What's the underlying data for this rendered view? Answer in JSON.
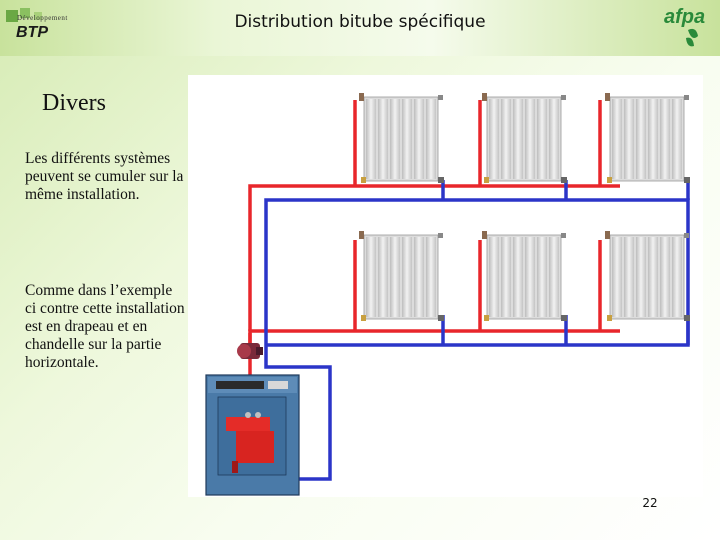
{
  "header": {
    "title": "Distribution bitube spécifique",
    "logo_left": {
      "top_text": "Développement",
      "main_text": "BTP"
    },
    "logo_right": {
      "text": "afpa"
    }
  },
  "content": {
    "section_title": "Divers",
    "paragraph_1": "Les différents systèmes peuvent se cumuler sur la même installation.",
    "paragraph_2": "Comme dans l’exemple ci contre cette installation est en drapeau et en chandelle sur la partie horizontale."
  },
  "colors": {
    "supply_pipe": "#e8262b",
    "return_pipe": "#2b35c8",
    "boiler": "#4a7aa8",
    "burner": "#e42c28"
  },
  "diagram": {
    "radiator_rows": 2,
    "radiators_per_row": 3,
    "icons": [
      "radiator-icon",
      "boiler-icon",
      "circulator-pump-icon"
    ]
  },
  "footer": {
    "page_number": "22"
  }
}
